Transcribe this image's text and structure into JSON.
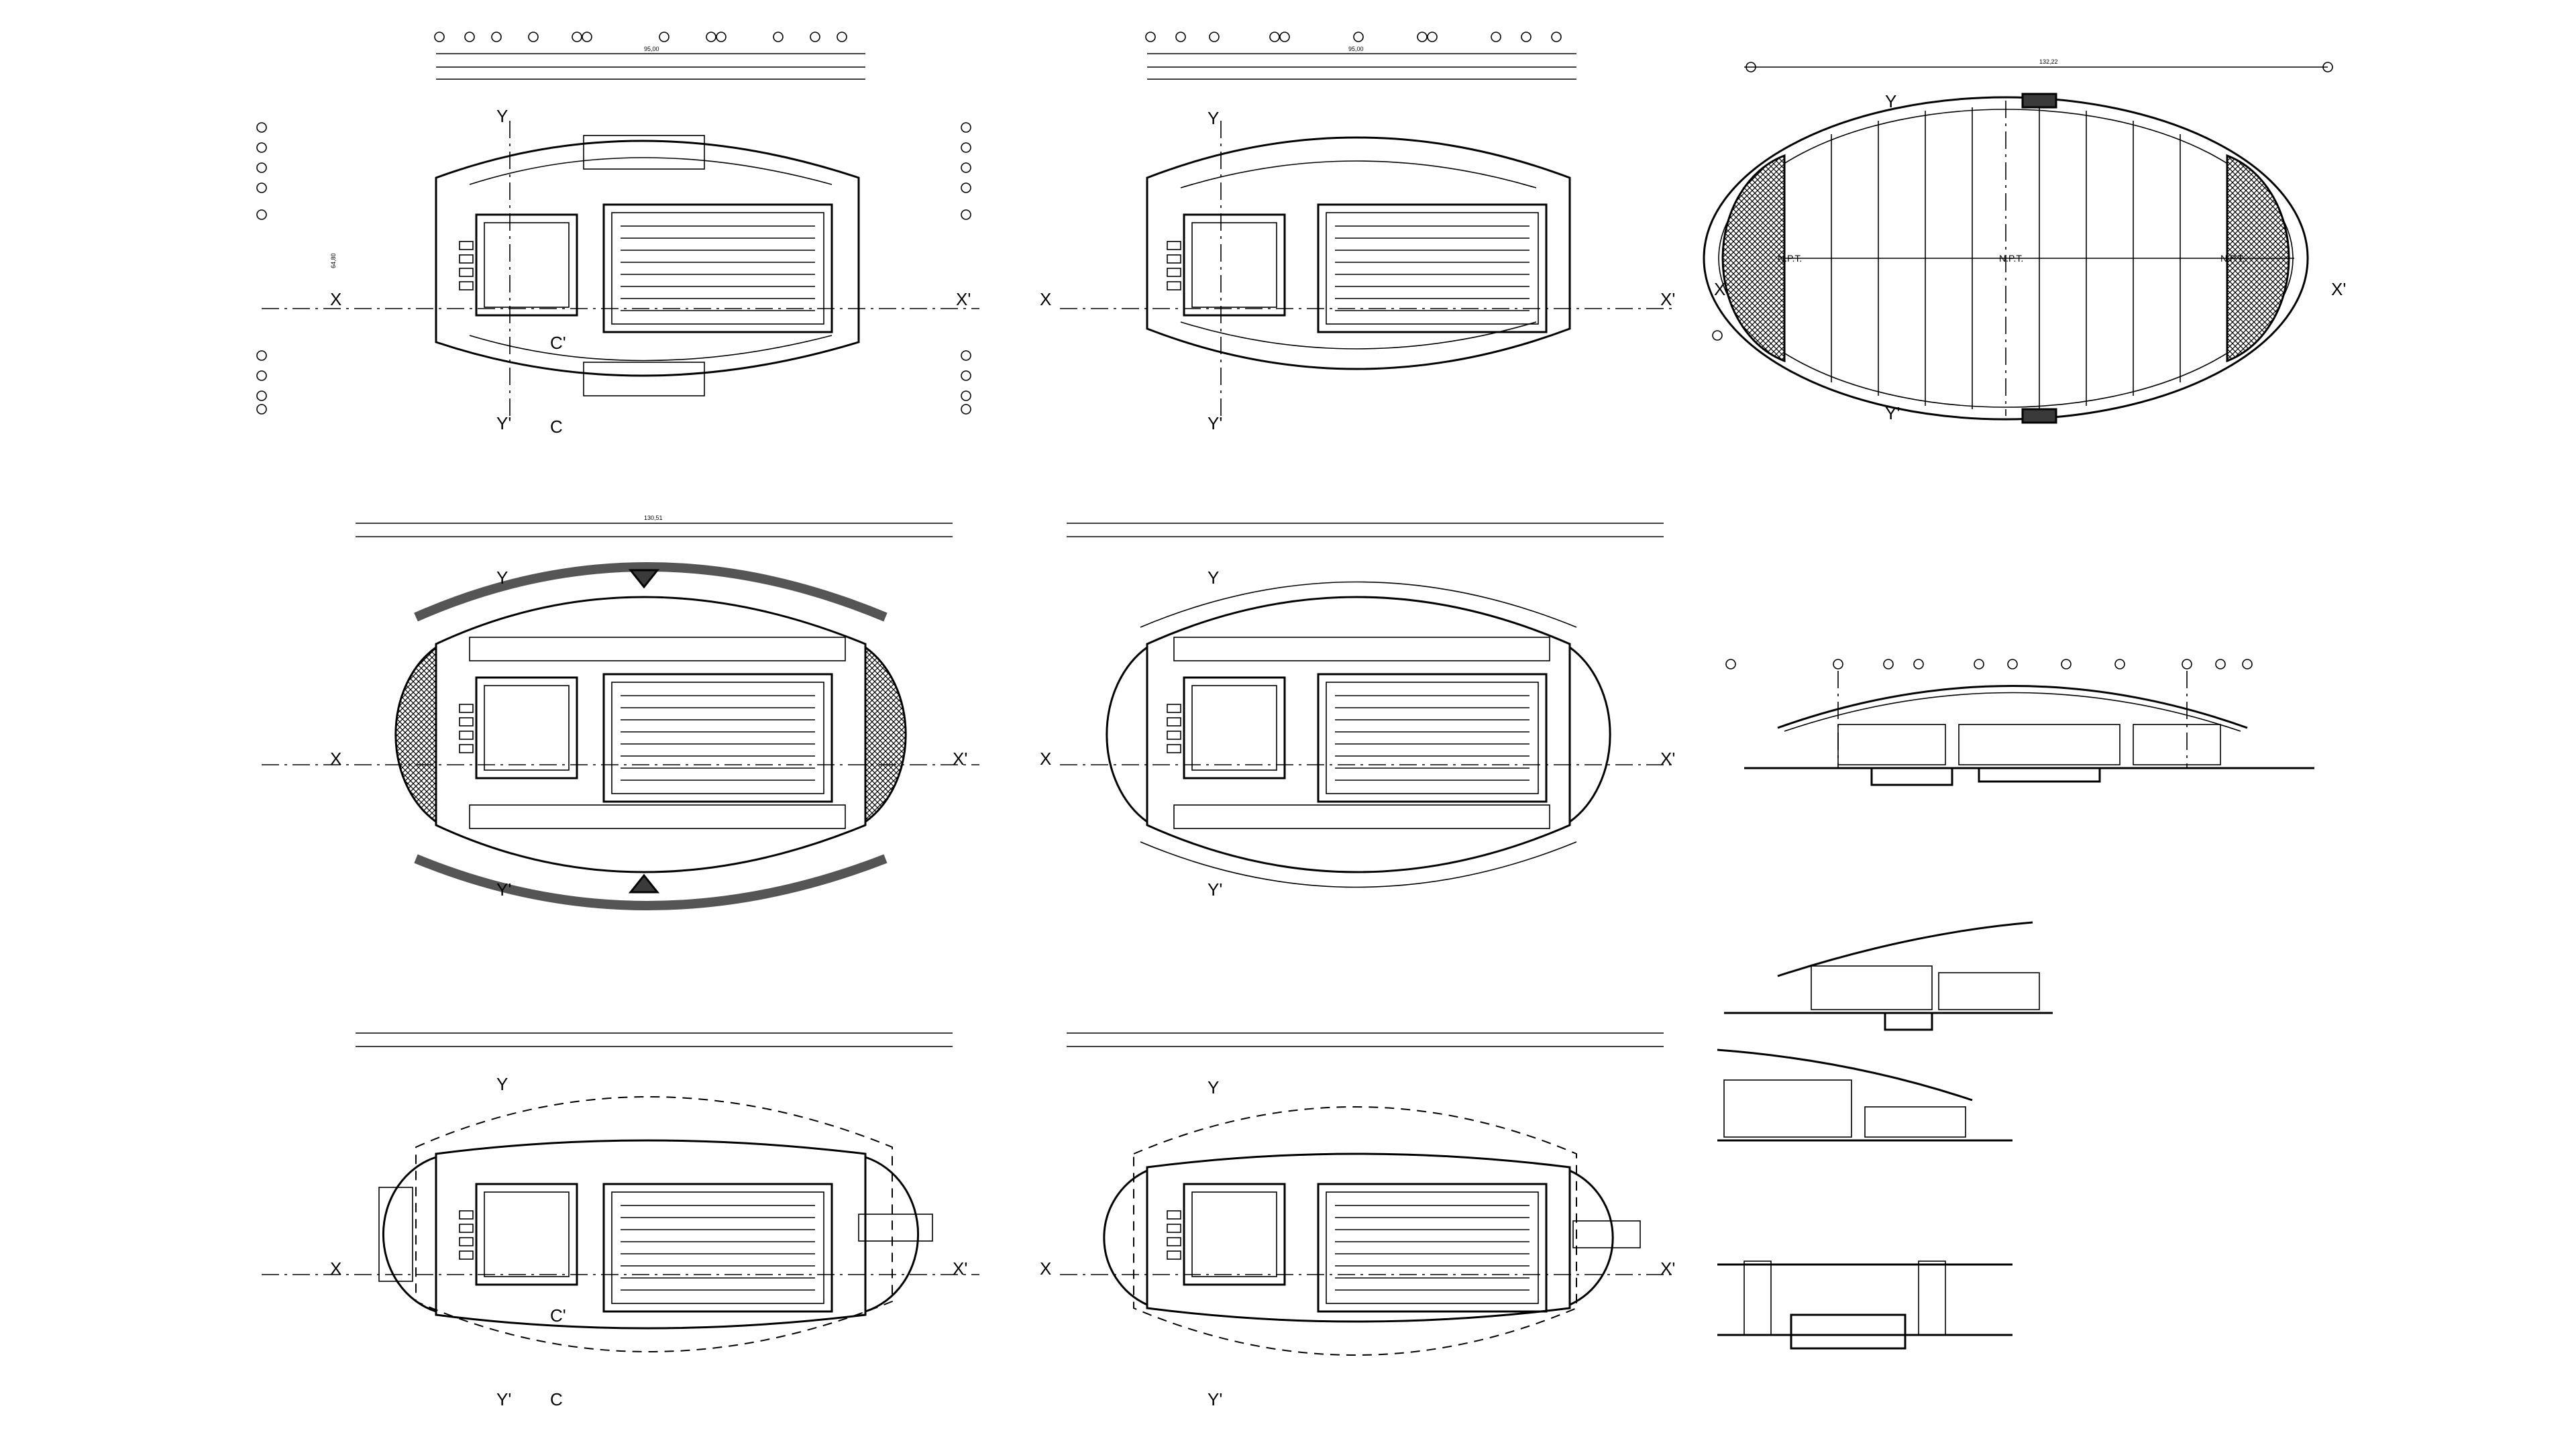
{
  "axis_labels": {
    "x": "X",
    "x_prime": "X'",
    "y": "Y",
    "y_prime": "Y'",
    "c": "C",
    "c_prime": "C'"
  },
  "roof_marker_text": "N.P.T.",
  "overall_width_top_plan": "95,00",
  "overall_width_roof_plan": "132,22",
  "overall_width_middle_plan": "130,51",
  "overall_height_plan": "64,80"
}
